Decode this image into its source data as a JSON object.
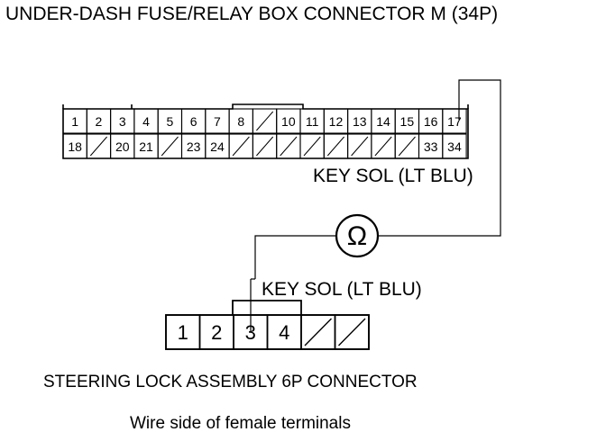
{
  "title": "UNDER-DASH FUSE/RELAY BOX CONNECTOR M (34P)",
  "connector_34p": {
    "row1": [
      "1",
      "2",
      "3",
      "4",
      "5",
      "6",
      "7",
      "8",
      "",
      "10",
      "11",
      "12",
      "13",
      "14",
      "15",
      "16",
      "17"
    ],
    "row2": [
      "18",
      "",
      "20",
      "21",
      "",
      "23",
      "24",
      "",
      "",
      "",
      "",
      "",
      "",
      "",
      "",
      "33",
      "34"
    ]
  },
  "connector_34p_label": "KEY SOL (LT BLU)",
  "meter_symbol": "Ω",
  "connector_6p_label": "KEY SOL (LT BLU)",
  "connector_6p": {
    "cells": [
      "1",
      "2",
      "3",
      "4",
      "",
      ""
    ]
  },
  "caption": "STEERING LOCK ASSEMBLY 6P CONNECTOR",
  "subcaption": "Wire side of female terminals"
}
